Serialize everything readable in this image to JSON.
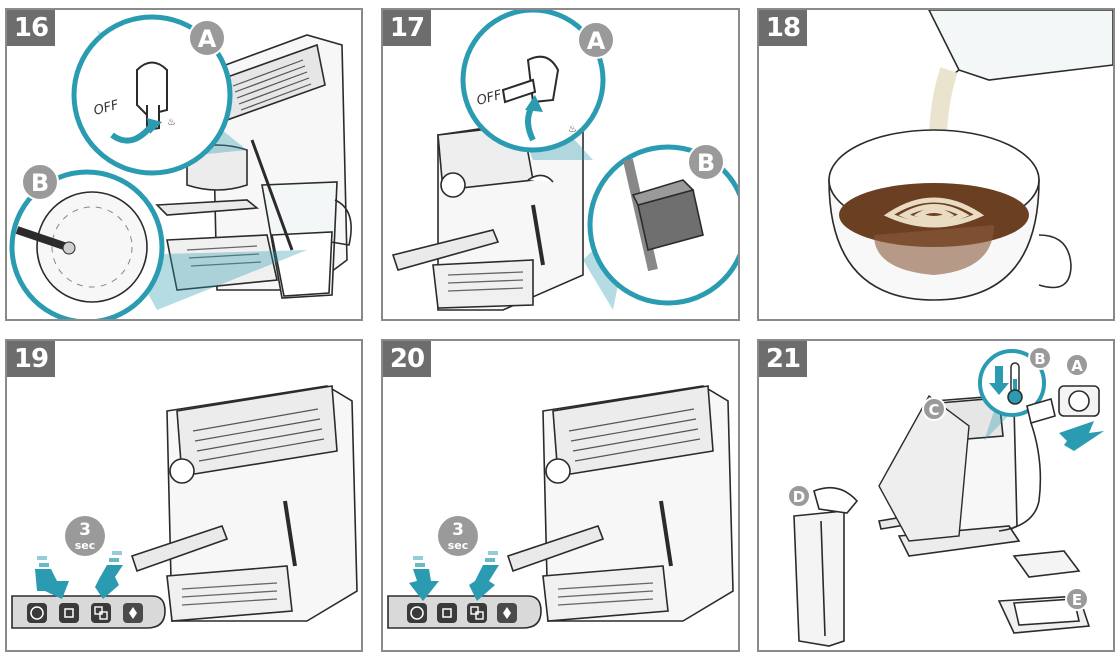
{
  "panels": [
    {
      "number": "16",
      "callouts": [
        "A",
        "B"
      ],
      "knob_label": "OFF"
    },
    {
      "number": "17",
      "callouts": [
        "A",
        "B"
      ],
      "knob_label": "OFF"
    },
    {
      "number": "18"
    },
    {
      "number": "19",
      "timer_value": "3",
      "timer_unit": "sec"
    },
    {
      "number": "20",
      "timer_value": "3",
      "timer_unit": "sec"
    },
    {
      "number": "21",
      "callouts": [
        "A",
        "B",
        "C",
        "D",
        "E"
      ]
    }
  ],
  "colors": {
    "frame": "#8a8a8a",
    "number_badge": "#6d6d6d",
    "callout": "#9a9a9a",
    "teal": "#2a9bb0",
    "coffee": "#6b3f22",
    "line": "#2b2b2b"
  },
  "icons": [
    "rotate-arrow-icon",
    "press-arrow-icon",
    "power-icon",
    "single-cup-icon",
    "double-cup-icon",
    "steam-icon",
    "thermometer-icon",
    "wall-socket-icon",
    "plug-icon"
  ]
}
